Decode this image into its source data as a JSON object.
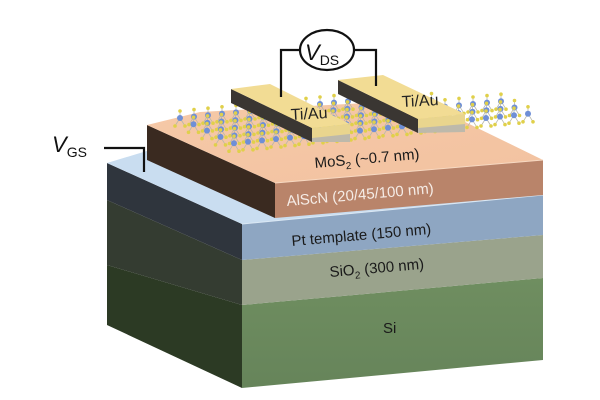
{
  "diagram": {
    "type": "device-cross-section",
    "description": "MoS2 field-effect transistor on AlScN ferroelectric gate stack",
    "circuit": {
      "vds": {
        "main": "V",
        "sub": "DS"
      },
      "vgs": {
        "main": "V",
        "sub": "GS"
      }
    },
    "electrodes": [
      {
        "label": "Ti/Au"
      },
      {
        "label": "Ti/Au"
      }
    ],
    "layers": [
      {
        "id": "mos2",
        "pre": "MoS",
        "sub": "2",
        "post": " (~0.7 nm)",
        "color": "#f3c6a6"
      },
      {
        "id": "alscn",
        "label": "AlScN (20/45/100 nm)",
        "color": "#b9846a",
        "side_color": "#3a2a20",
        "text_color": "#f5ece6"
      },
      {
        "id": "pt",
        "label": "Pt template (150 nm)",
        "color": "#8ea6c2",
        "top_color": "#c9ddf0",
        "side_color": "#2f353d"
      },
      {
        "id": "sio2",
        "pre": "SiO",
        "sub": "2",
        "post": " (300 nm)",
        "color": "#9aa38c",
        "side_color": "#333a30"
      },
      {
        "id": "si",
        "label": "Si",
        "color": "#6b8a5c",
        "side_color": "#2c3a24"
      }
    ],
    "colors": {
      "gold_top": "#f2dc94",
      "gold_side": "#3a3632",
      "gold_edge": "#c9c2a6",
      "wire": "#111111",
      "mo_atom": "#6f8fd6",
      "s_atom": "#e0d04a",
      "bond": "#b7b7a8"
    }
  }
}
